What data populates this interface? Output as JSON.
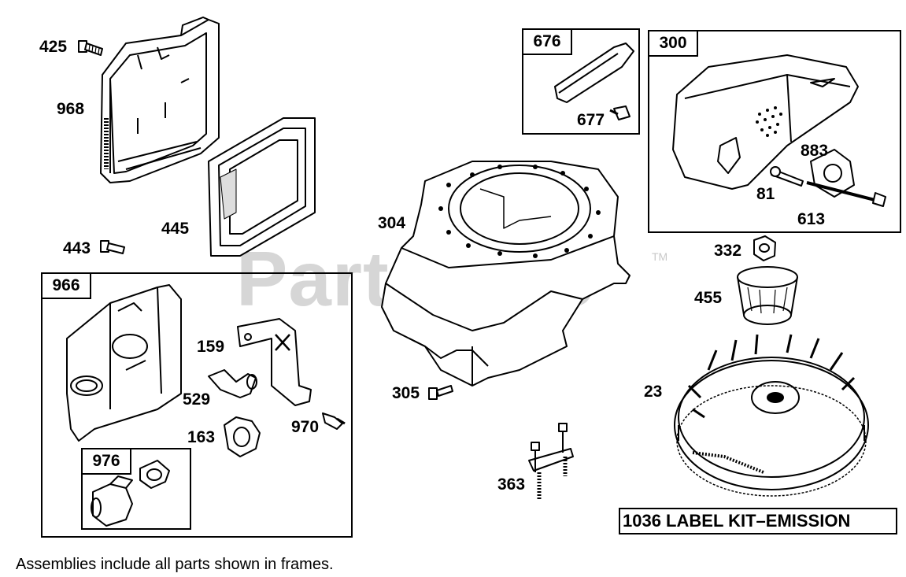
{
  "watermark": {
    "text": "PartsTree",
    "trademark": "TM"
  },
  "frames": {
    "f676": "676",
    "f300": "300",
    "f966": "966",
    "f976": "976"
  },
  "parts": {
    "p425": "425",
    "p968": "968",
    "p445": "445",
    "p443": "443",
    "p304": "304",
    "p677": "677",
    "p883": "883",
    "p81": "81",
    "p613": "613",
    "p332": "332",
    "p455": "455",
    "p23": "23",
    "p159": "159",
    "p529": "529",
    "p163": "163",
    "p970": "970",
    "p305": "305",
    "p363": "363"
  },
  "label_kit": "1036 LABEL KIT–EMISSION",
  "footer_note": "Assemblies include all parts shown in frames."
}
